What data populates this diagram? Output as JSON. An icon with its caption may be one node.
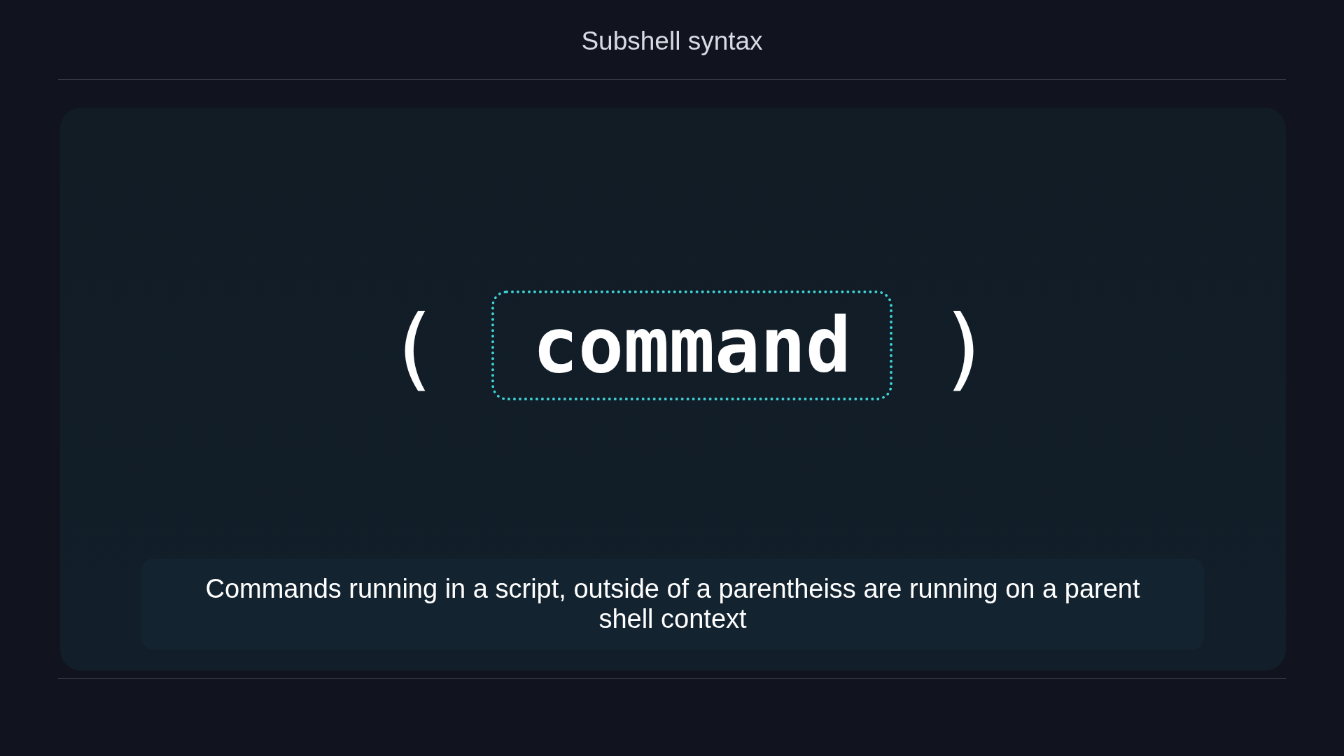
{
  "diagram": {
    "title": "Subshell syntax",
    "nodes": [
      {
        "text": [],
        "shape": "box"
      },
      {
        "text": [
          "command"
        ],
        "in": 0
      },
      {
        "text": [
          "Commands running in a script, outside of a parentheiss are running on a parent shell context"
        ],
        "in": 0
      }
    ],
    "labels": [
      "(",
      ")"
    ]
  }
}
